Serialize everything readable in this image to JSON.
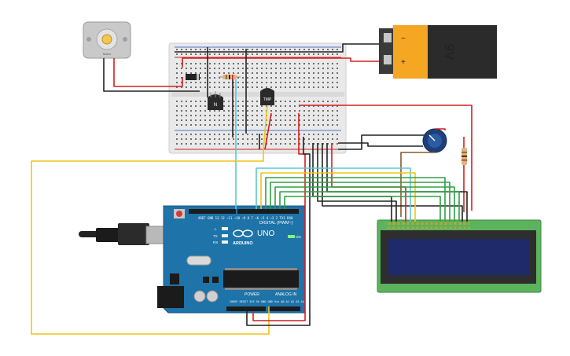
{
  "motor": {
    "label": "Motor"
  },
  "battery": {
    "voltage": "9V",
    "minus": "−",
    "plus": "+"
  },
  "transistor": {
    "label": "N"
  },
  "temp_sensor": {
    "label": "TMP"
  },
  "arduino": {
    "brand": "ARDUINO",
    "model": "UNO",
    "digital_label": "DIGITAL (PWM~)",
    "power_label": "POWER",
    "analog_label": "ANALOG IN",
    "led_l": "L",
    "led_tx": "TX",
    "led_rx": "RX",
    "on_label": "ON"
  },
  "colors": {
    "wire_red": "#d41f1f",
    "wire_black": "#222222",
    "wire_yellow": "#f0c419",
    "wire_green": "#2ea043",
    "wire_cyan": "#5bc8d8",
    "wire_brown": "#8a5a2b",
    "board_teal": "#1e73a8",
    "lcd_green": "#5db35d",
    "lcd_screen": "#1f2a6b",
    "breadboard": "#e9e9e9"
  }
}
